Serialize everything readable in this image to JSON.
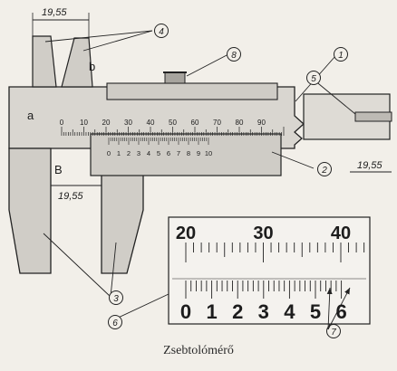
{
  "caption": "Zsebtolómérő",
  "dimension_values": {
    "top": "19,55",
    "inner": "19,55",
    "right": "19,55"
  },
  "point_letters": {
    "a": "a",
    "b": "b",
    "B": "B"
  },
  "callouts": [
    "1",
    "2",
    "3",
    "4",
    "5",
    "6",
    "7",
    "8"
  ],
  "main_scale_labels": [
    "0",
    "10",
    "20",
    "30",
    "40",
    "50",
    "60",
    "70",
    "80",
    "90"
  ],
  "vernier_labels": [
    "0",
    "1",
    "2",
    "3",
    "4",
    "5",
    "6",
    "7",
    "8",
    "9",
    "10"
  ],
  "zoom": {
    "main_labels": [
      "20",
      "30",
      "40"
    ],
    "vernier_labels": [
      "0",
      "1",
      "2",
      "3",
      "4",
      "5",
      "6"
    ]
  }
}
